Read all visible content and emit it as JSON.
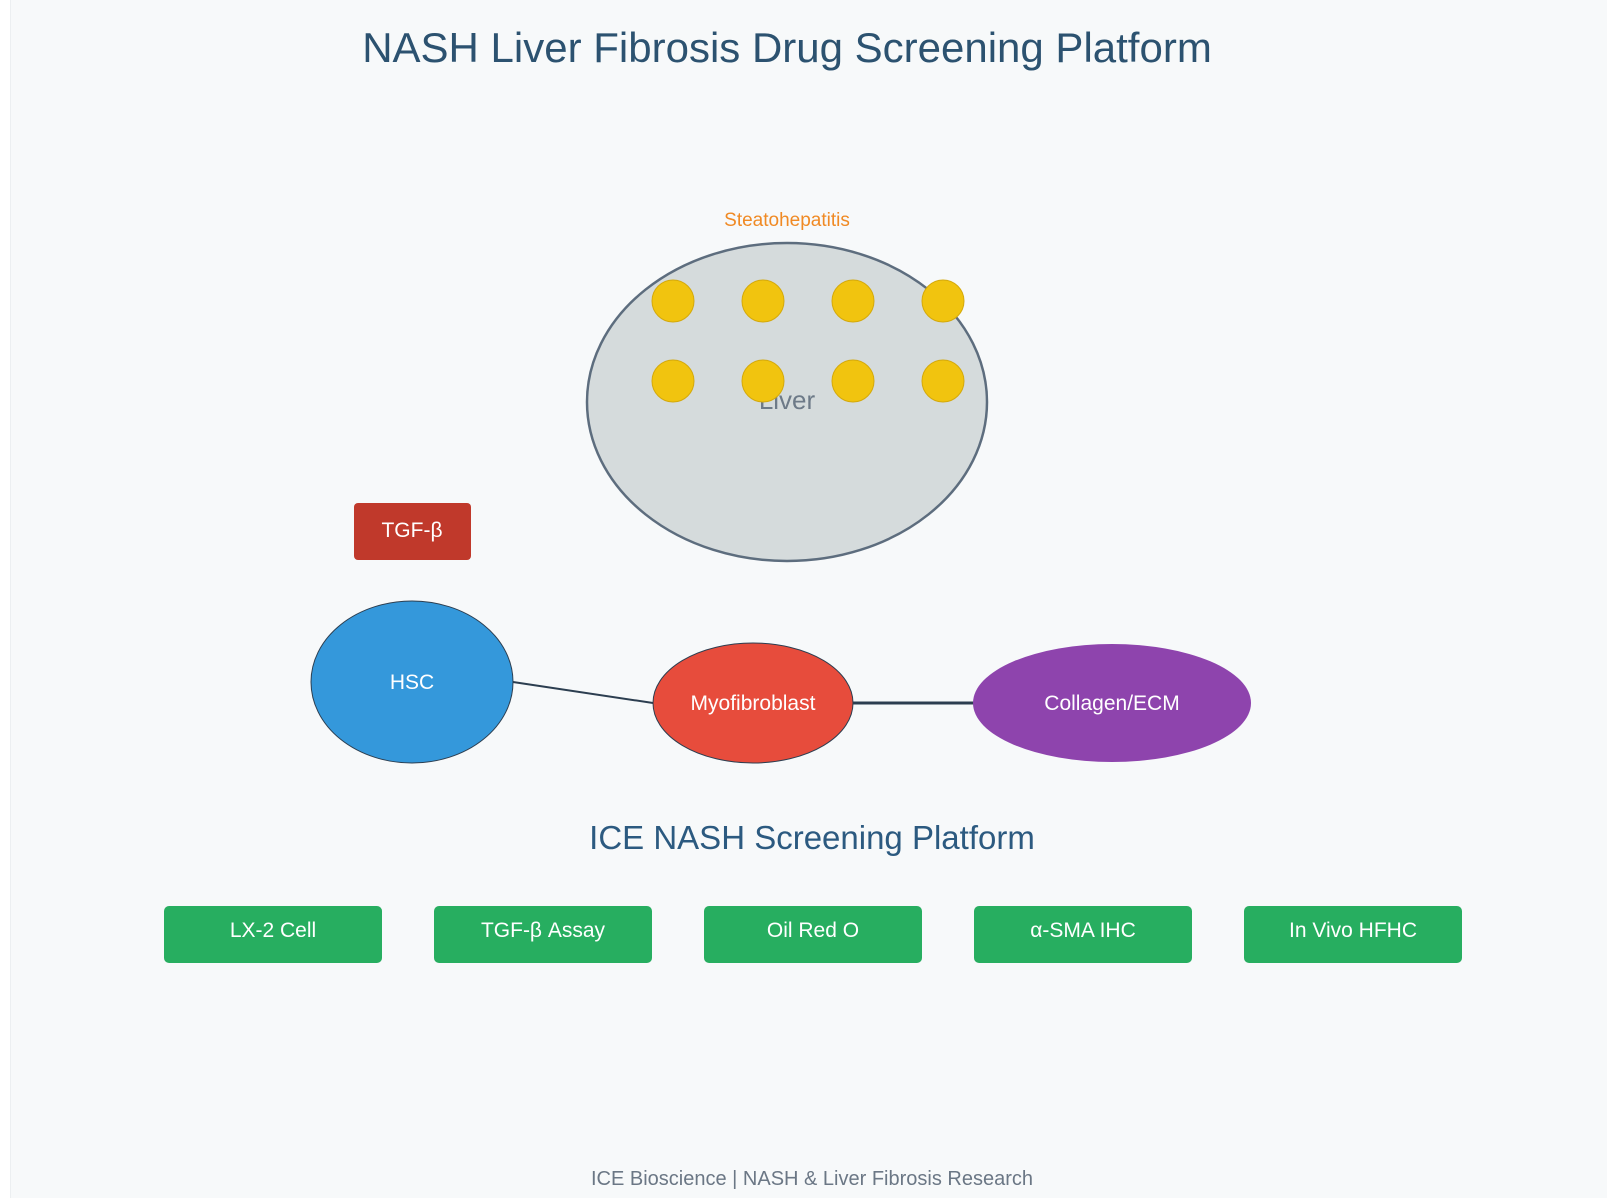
{
  "title": "NASH Liver Fibrosis Drug Screening Platform",
  "liver": {
    "label": "Liver",
    "annotation": "Steatohepatitis",
    "fill_color": "#d5dbdc",
    "stroke_color": "#5d6d7e",
    "fat_droplet_color": "#f1c40f"
  },
  "signal": {
    "label": "TGF-β",
    "color": "#c0392b"
  },
  "pathway": {
    "nodes": [
      {
        "label": "HSC",
        "color": "#3498db"
      },
      {
        "label": "Myofibroblast",
        "color": "#e74c3c"
      },
      {
        "label": "Collagen/ECM",
        "color": "#8e44ad"
      }
    ],
    "line_color": "#2c3e50"
  },
  "platform": {
    "heading": "ICE NASH Screening Platform",
    "button_color": "#27ae60",
    "assays": [
      {
        "label": "LX-2 Cell"
      },
      {
        "label": "TGF-β Assay"
      },
      {
        "label": "Oil Red O"
      },
      {
        "label": "α-SMA IHC"
      },
      {
        "label": "In Vivo HFHC"
      }
    ]
  },
  "footer": "ICE Bioscience | NASH & Liver Fibrosis Research"
}
